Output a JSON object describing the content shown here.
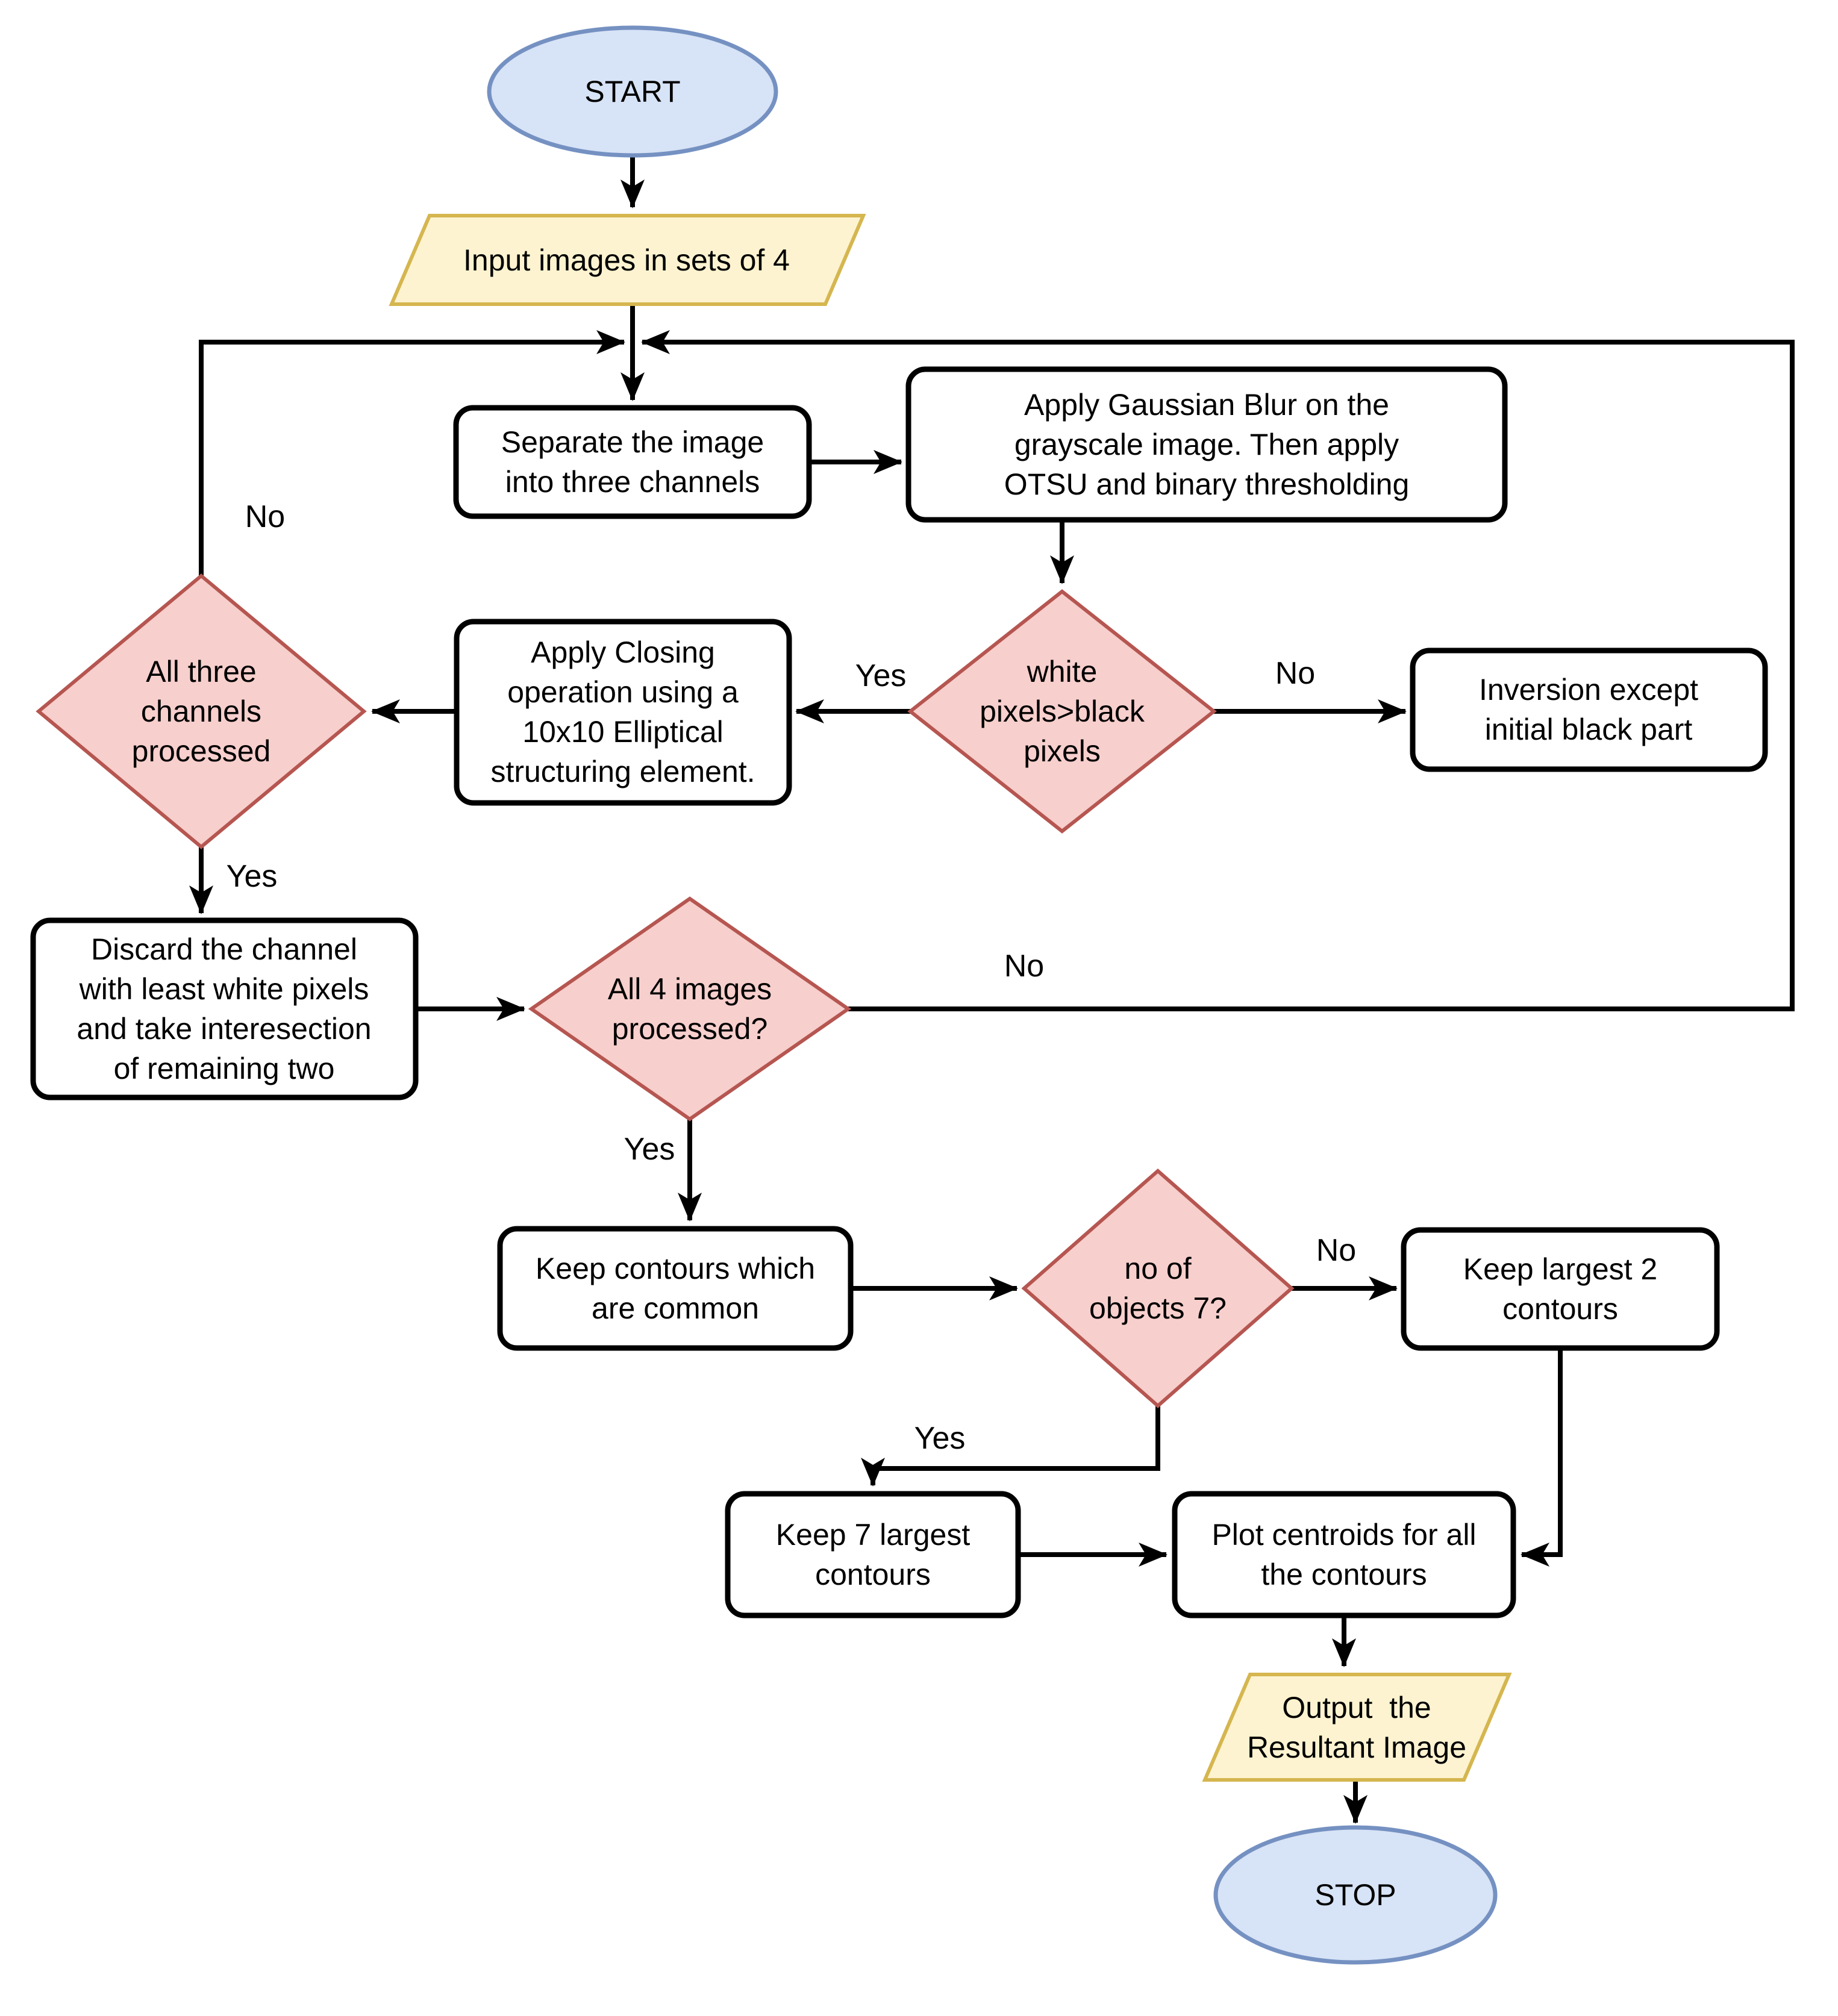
{
  "diagram": {
    "type": "flowchart",
    "colors": {
      "terminal_fill": "#d7e3f6",
      "terminal_stroke": "#7591c2",
      "io_fill": "#fdf3d0",
      "io_stroke": "#d5b64f",
      "decision_fill": "#f7cfcc",
      "decision_stroke": "#b65651",
      "process_fill": "#ffffff",
      "process_stroke": "#000000",
      "edge_color": "#000000",
      "text_color": "#000000",
      "background": "#ffffff"
    },
    "nodes": {
      "start": {
        "shape": "ellipse",
        "label": "START"
      },
      "input": {
        "shape": "parallelogram",
        "label": "Input images in sets of 4"
      },
      "separate": {
        "shape": "process",
        "label": "Separate the image\ninto three channels"
      },
      "gaussian": {
        "shape": "process",
        "label": "Apply Gaussian Blur on the\ngrayscale image. Then apply\nOTSU and binary thresholding"
      },
      "white_pixels": {
        "shape": "decision",
        "label": "white\npixels>black\npixels"
      },
      "inversion": {
        "shape": "process",
        "label": "Inversion except\ninitial black part"
      },
      "closing": {
        "shape": "process",
        "label": "Apply Closing\noperation using a\n10x10 Elliptical\nstructuring element."
      },
      "all_three": {
        "shape": "decision",
        "label": "All three\nchannels\nprocessed"
      },
      "discard": {
        "shape": "process",
        "label": "Discard the channel\nwith least white pixels\nand take interesection\nof remaining two"
      },
      "all_four": {
        "shape": "decision",
        "label": "All 4 images\nprocessed?"
      },
      "keep_common": {
        "shape": "process",
        "label": "Keep contours which\nare common"
      },
      "objects7": {
        "shape": "decision",
        "label": "no of\nobjects 7?"
      },
      "keep_largest2": {
        "shape": "process",
        "label": "Keep largest 2\ncontours"
      },
      "keep7": {
        "shape": "process",
        "label": "Keep 7 largest\ncontours"
      },
      "plot": {
        "shape": "process",
        "label": "Plot centroids for all\nthe contours"
      },
      "output": {
        "shape": "parallelogram",
        "label": "Output  the\nResultant Image"
      },
      "stop": {
        "shape": "ellipse",
        "label": "STOP"
      }
    },
    "edge_labels": {
      "all_three_no": "No",
      "all_three_yes": "Yes",
      "white_pixels_yes": "Yes",
      "white_pixels_no": "No",
      "all_four_no": "No",
      "all_four_yes": "Yes",
      "objects7_no": "No",
      "objects7_yes": "Yes"
    }
  }
}
